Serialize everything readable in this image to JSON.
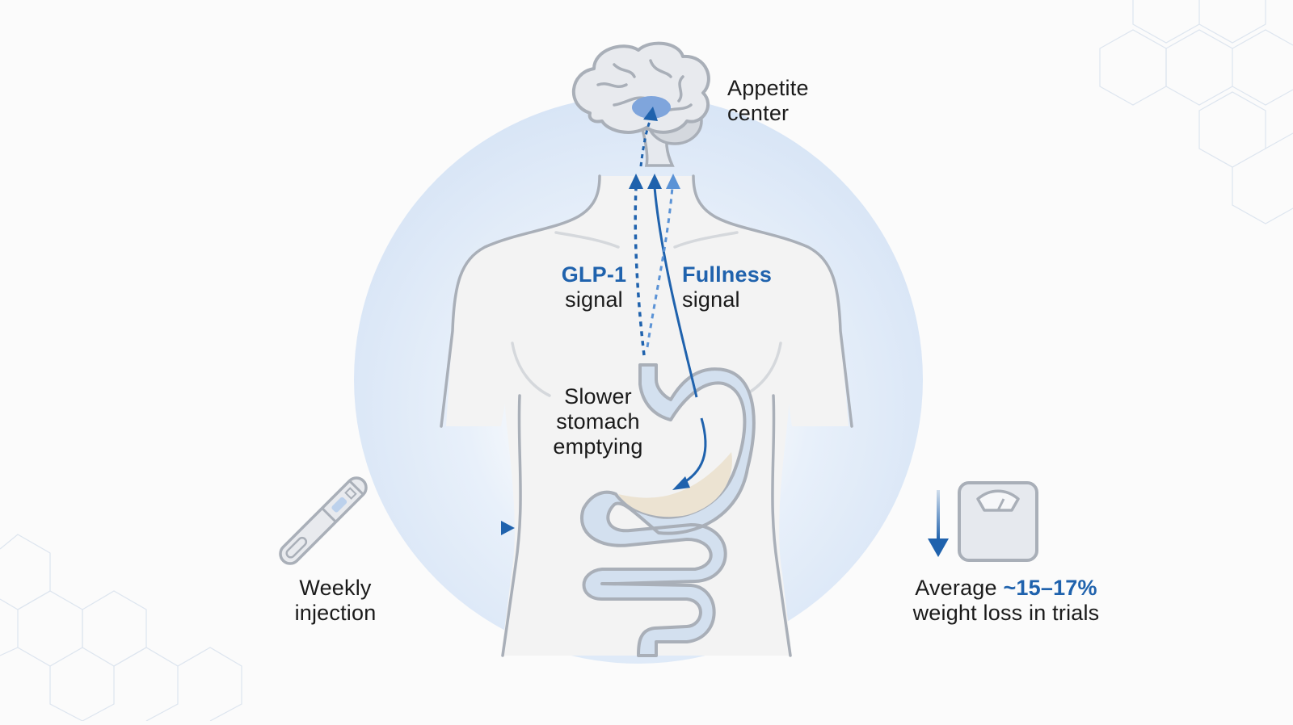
{
  "diagram": {
    "title": "GLP-1 mechanism of action",
    "colors": {
      "accent": "#1f62ad",
      "accent_light": "#5b93d6",
      "outline": "#a9afb8",
      "body_fill": "#f3f3f3",
      "organ_fill": "#d3e0ef",
      "food_fill": "#ece3d2",
      "halo": "#dbe7f6",
      "text": "#1a1a1a"
    },
    "labels": {
      "appetite": {
        "line1": "Appetite",
        "line2": "center"
      },
      "glp1": {
        "accent": "GLP-1",
        "line2": "signal"
      },
      "fullness": {
        "accent": "Fullness",
        "line2": "signal"
      },
      "stomach": {
        "line1": "Slower",
        "line2": "stomach",
        "line3": "emptying"
      },
      "injection": {
        "line1": "Weekly",
        "line2": "injection"
      },
      "weight": {
        "prefix": "Average ",
        "accent": "~15–17%",
        "line2": "weight loss in trials"
      }
    },
    "icons": [
      "brain-icon",
      "injection-pen-icon",
      "scale-icon",
      "down-arrow-icon",
      "stomach-icon",
      "intestine-icon",
      "torso-icon"
    ]
  }
}
